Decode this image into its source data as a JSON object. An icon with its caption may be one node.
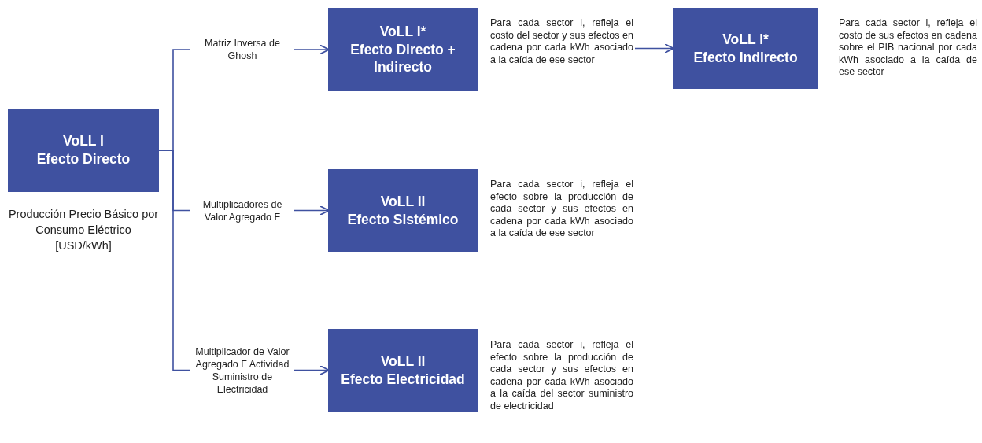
{
  "diagram": {
    "nodes": [
      {
        "text": [
          "VoLL I",
          "Efecto Directo"
        ],
        "beside": [
          "Producción Precio Básico por Consumo Eléctrico [USD/kWh]"
        ]
      },
      {
        "text": [
          "VoLL I*",
          "Efecto Directo + Indirecto"
        ],
        "beside": [
          "Para cada sector i, refleja el costo del sector y sus efectos en cadena por cada kWh asociado a la caída de ese sector"
        ]
      },
      {
        "text": [
          "VoLL I*",
          "Efecto Indirecto"
        ],
        "beside": [
          "Para cada sector i, refleja el costo de sus efectos en cadena sobre el PIB nacional por cada kWh asociado a la caída de ese sector"
        ]
      },
      {
        "text": [
          "VoLL II",
          "Efecto Sistémico"
        ],
        "beside": [
          "Para cada sector i, refleja el efecto sobre la producción de cada sector y sus efectos en cadena por cada kWh asociado a la caída de ese sector"
        ]
      },
      {
        "text": [
          "VoLL II",
          "Efecto Electricidad"
        ],
        "beside": [
          "Para cada sector i, refleja el efecto sobre la producción de cada sector y sus efectos en cadena por cada kWh asociado a la caída del sector suministro de electricidad"
        ]
      }
    ],
    "edges": [
      {
        "from": 0,
        "to": 1,
        "arrow": "to",
        "label": "Matriz Inversa de Ghosh"
      },
      {
        "from": 1,
        "to": 2,
        "arrow": "to"
      },
      {
        "from": 0,
        "to": 3,
        "arrow": "to",
        "label": "Multiplicadores de Valor Agregado F"
      },
      {
        "from": 0,
        "to": 4,
        "arrow": "to",
        "label": "Multiplicador de Valor Agregado F Actividad Suministro de Electricidad"
      }
    ]
  }
}
